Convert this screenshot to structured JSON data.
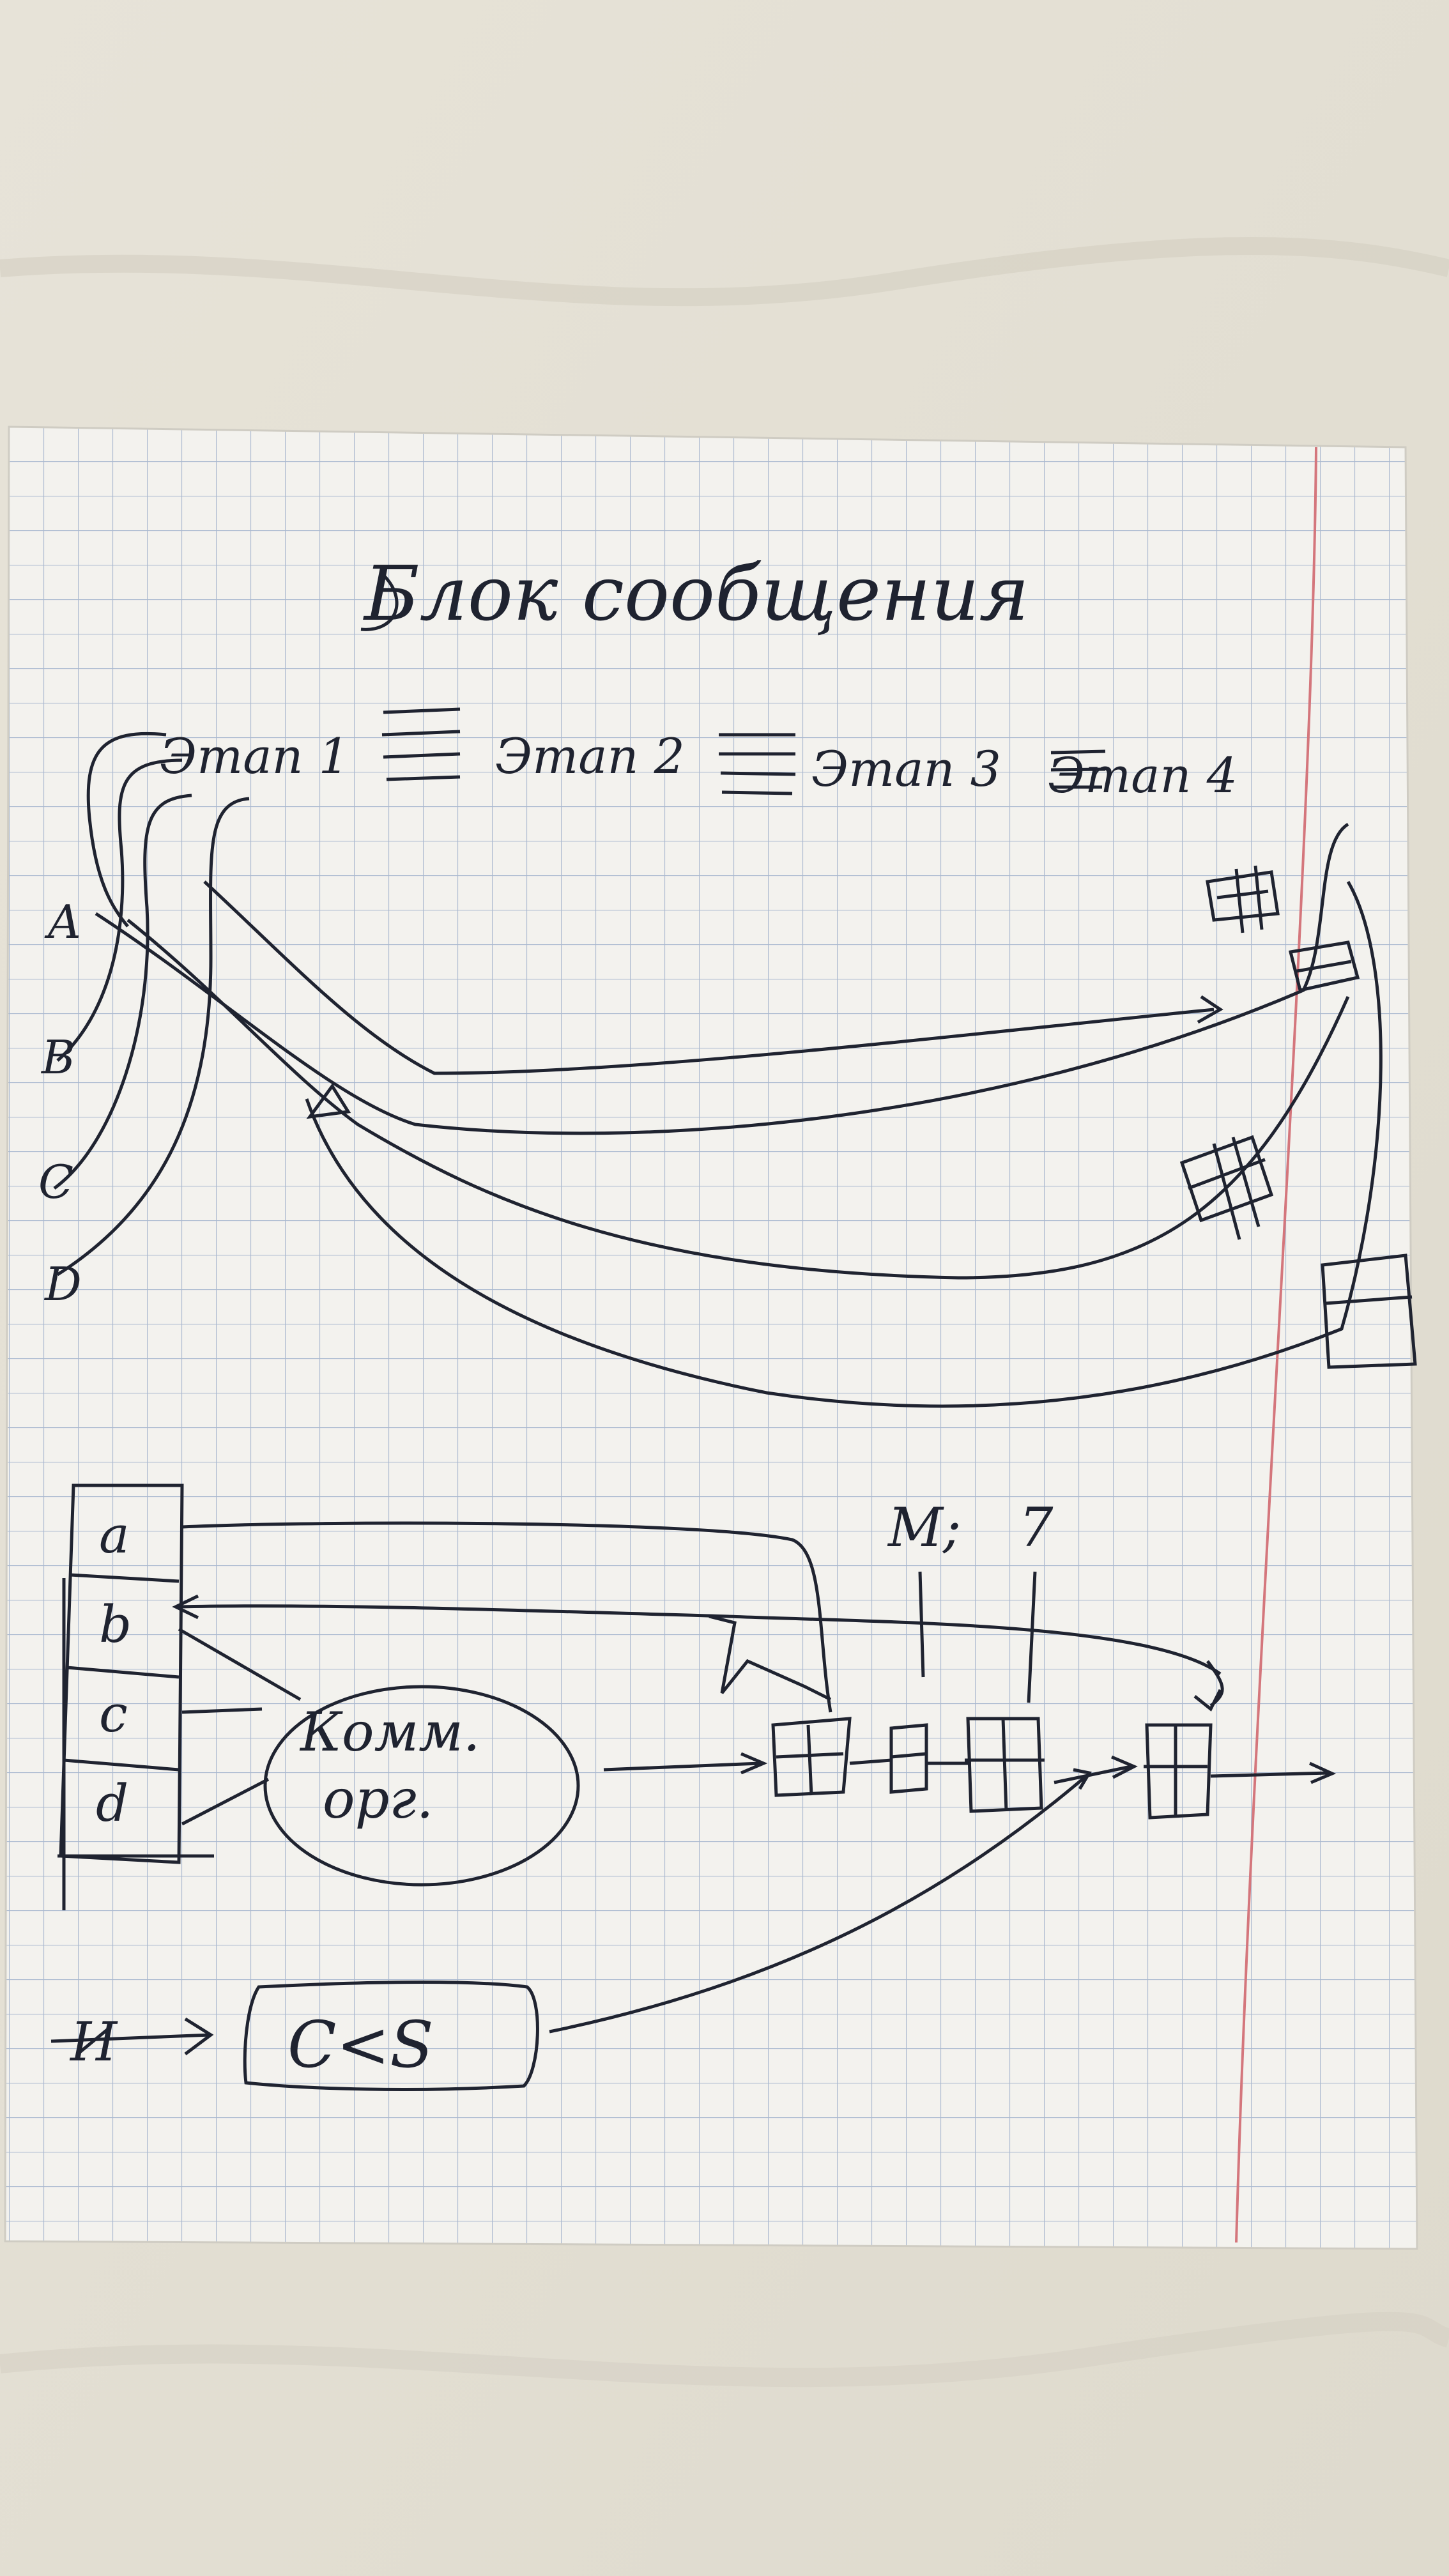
{
  "title": "Блок сообщения",
  "stages": [
    "Этап 1",
    "Этап 2",
    "Этап 3",
    "Этап 4"
  ],
  "inputs": [
    "A",
    "B",
    "C",
    "D"
  ],
  "register_cells": [
    "a",
    "b",
    "c",
    "d"
  ],
  "ellipse_label_line1": "Комм.",
  "ellipse_label_line2": "орг.",
  "top_labels": [
    "M;",
    "7"
  ],
  "bottom_input_label": "И",
  "box_label": "C<S",
  "colors": {
    "paper": "#f3f2ee",
    "grid": "#a9b8cf",
    "margin_line": "#d4767c",
    "ink": "#1f2330",
    "background": "#e9e5da"
  }
}
